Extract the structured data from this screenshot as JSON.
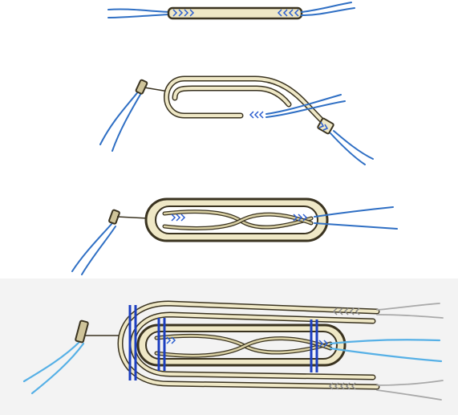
{
  "figure": {
    "stages": [
      "sling-straight",
      "sling-first-fold",
      "sling-figure-eight",
      "sling-final-wrap"
    ],
    "colors": {
      "tube_outline": "#3a3320",
      "tube_fill": "#efe8c6",
      "cord_blue": "#2f6fc4",
      "cord_light_blue": "#56b0e6",
      "cord_grey": "#a9a9a9",
      "band_blue": "#1c3fc0",
      "chevron_blue": "#2c5fd0",
      "background_band": "#f3f3f3"
    }
  }
}
